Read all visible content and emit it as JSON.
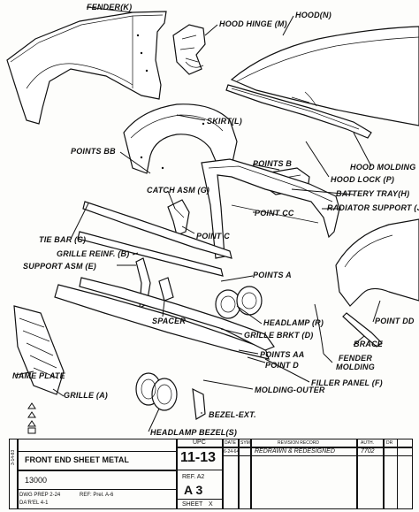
{
  "labels": {
    "fender_k": "FENDER(K)",
    "hood_hinge_m": "HOOD HINGE (M)",
    "hood_n": "HOOD(N)",
    "skirt_l": "SKIRT(L)",
    "points_bb": "POINTS BB",
    "hood_molding": "HOOD MOLDING",
    "points_b": "POINTS B",
    "hood_lock_p": "HOOD LOCK (P)",
    "battery_tray_h": "BATTERY TRAY(H)",
    "catch_asm_g": "CATCH ASM (G)",
    "point_cc": "POINT CC",
    "radiator_support_j": "RADIATOR SUPPORT (J)",
    "point_c": "POINT C",
    "tie_bar_c": "TIE BAR (C)",
    "grille_reinf_b": "GRILLE REINF. (B)",
    "support_asm_e": "SUPPORT ASM (E)",
    "points_a": "POINTS A",
    "spacer": "SPACER",
    "headlamp_r": "HEADLAMP (R)",
    "point_dd": "POINT DD",
    "grille_brkt_d": "GRILLE BRKT (D)",
    "brace": "BRACE",
    "fender_molding": "FENDER\nMOLDING",
    "points_aa": "POINTS AA",
    "point_d": "POINT D",
    "name_plate": "NAME PLATE",
    "filler_panel_f": "FILLER PANEL (F)",
    "grille_a": "GRILLE (A)",
    "molding_outer": "MOLDING-OUTER",
    "bezel_ext": "BEZEL-EXT.",
    "headlamp_bezel_s": "HEADLAMP BEZEL(S)"
  },
  "title_block": {
    "upc_header": "UPC",
    "title": "FRONT END SHEET METAL",
    "number": "13000",
    "upc_value": "11-13",
    "ref_a2": "REF. A2",
    "sheet_code": "A 3",
    "sheet_label": "SHEET",
    "sheet_mark": "X",
    "dwg_prep": "DWG PREP 2-24",
    "dwg_ref": "REF: Prel. A-6",
    "dater": "DA'R'EL 4-1",
    "col_date": "DATE",
    "col_sym": "SYM",
    "col_revision": "REVISION RECORD",
    "col_auth": "AUTH.",
    "col_dr": "DR",
    "rev_date": "6-24-64",
    "rev_text": "REDRAWN & REDESIGNED",
    "rev_auth": "7702",
    "side_mark": "3-14-83"
  },
  "icons": [
    "pencil-marks-icon"
  ]
}
